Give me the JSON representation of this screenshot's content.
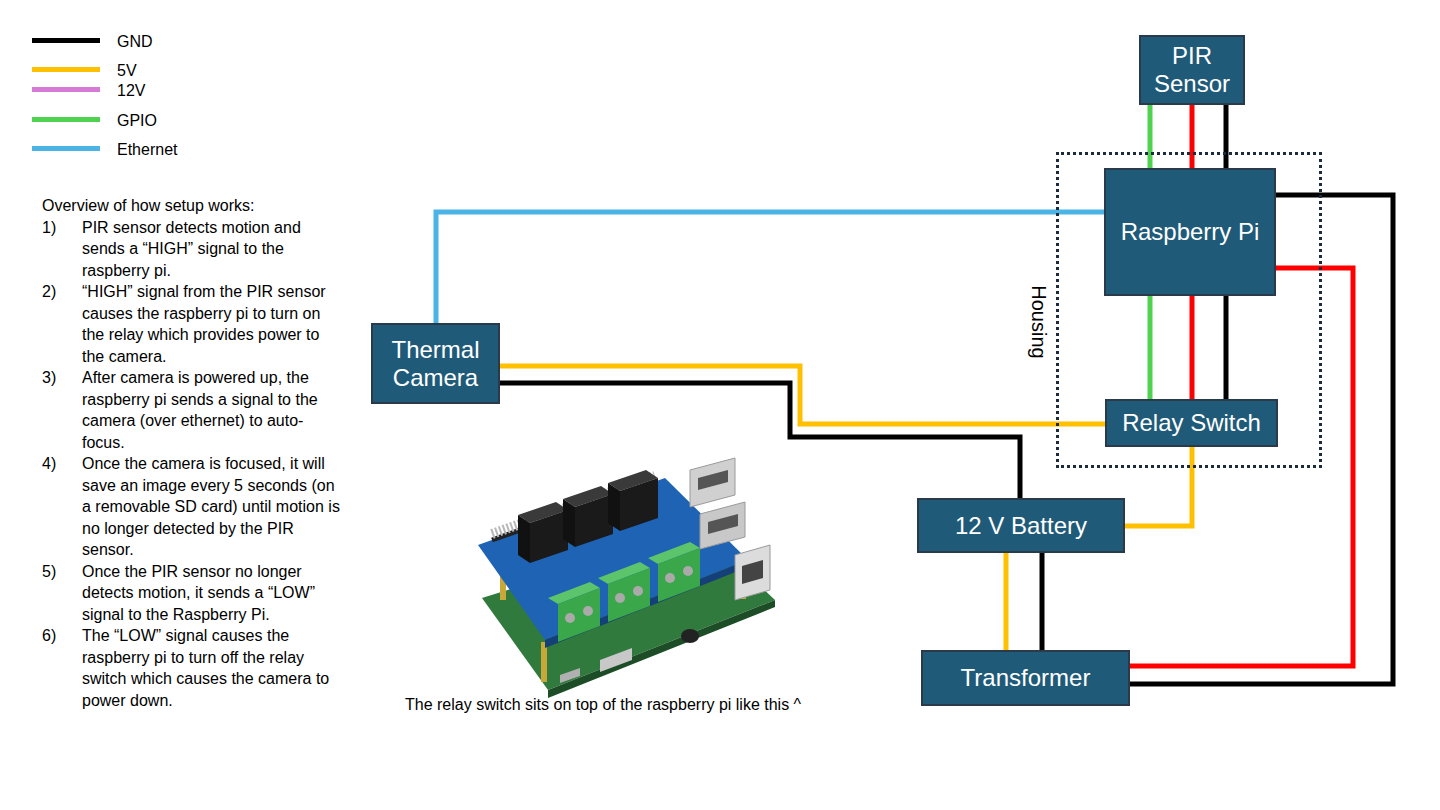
{
  "diagram": {
    "nodes": [
      {
        "text": [
          "PIR Sensor"
        ]
      },
      {
        "text": [
          "Housing"
        ]
      },
      {
        "text": [
          "Raspberry Pi"
        ],
        "in": 1
      },
      {
        "text": [
          "Relay Switch"
        ],
        "in": 1
      },
      {
        "text": [
          "Thermal Camera"
        ]
      },
      {
        "text": [
          "12 V Battery"
        ]
      },
      {
        "text": [
          "Transformer"
        ]
      }
    ],
    "edges": [
      {
        "from": 0,
        "to": 2,
        "arrow": "none"
      },
      {
        "from": 0,
        "to": 2,
        "arrow": "none"
      },
      {
        "from": 0,
        "to": 2,
        "arrow": "none"
      },
      {
        "from": 2,
        "to": 3,
        "arrow": "none"
      },
      {
        "from": 2,
        "to": 3,
        "arrow": "none"
      },
      {
        "from": 2,
        "to": 3,
        "arrow": "none"
      },
      {
        "from": 2,
        "to": 4,
        "arrow": "none"
      },
      {
        "from": 4,
        "to": 3,
        "arrow": "none"
      },
      {
        "from": 4,
        "to": 5,
        "arrow": "none"
      },
      {
        "from": 3,
        "to": 5,
        "arrow": "none"
      },
      {
        "from": 5,
        "to": 6,
        "arrow": "none"
      },
      {
        "from": 5,
        "to": 6,
        "arrow": "none"
      },
      {
        "from": 2,
        "to": 6,
        "arrow": "none"
      },
      {
        "from": 2,
        "to": 6,
        "arrow": "none"
      }
    ],
    "labels": [
      "Overview of how setup works:",
      "1)",
      "PIR sensor detects motion and sends a “HIGH” signal to the raspberry pi.",
      "2)",
      "“HIGH” signal from the PIR sensor causes the raspberry pi to turn on the relay which provides power to the camera.",
      "3)",
      "After camera is powered up, the raspberry pi sends a signal to the camera (over ethernet) to auto-focus.",
      "4)",
      "Once the camera is focused, it will save an image every 5 seconds (on a removable SD card) until motion is no longer detected by the PIR sensor.",
      "5)",
      "Once the PIR sensor no longer detects motion, it sends a “LOW” signal to the Raspberry Pi.",
      "6)",
      "The “LOW” signal causes the raspberry pi to turn off the relay switch which causes the camera to power down.",
      "The relay switch sits on top of the raspberry pi like this ^"
    ],
    "legend": [
      {
        "text": "GND",
        "color": "#000000"
      },
      {
        "text": "5V",
        "color": "#ffc000"
      },
      {
        "text": "12V",
        "color": "#d67ad6"
      },
      {
        "text": "GPIO",
        "color": "#4fd24f"
      },
      {
        "text": "Ethernet",
        "color": "#4ab4e6"
      }
    ]
  }
}
